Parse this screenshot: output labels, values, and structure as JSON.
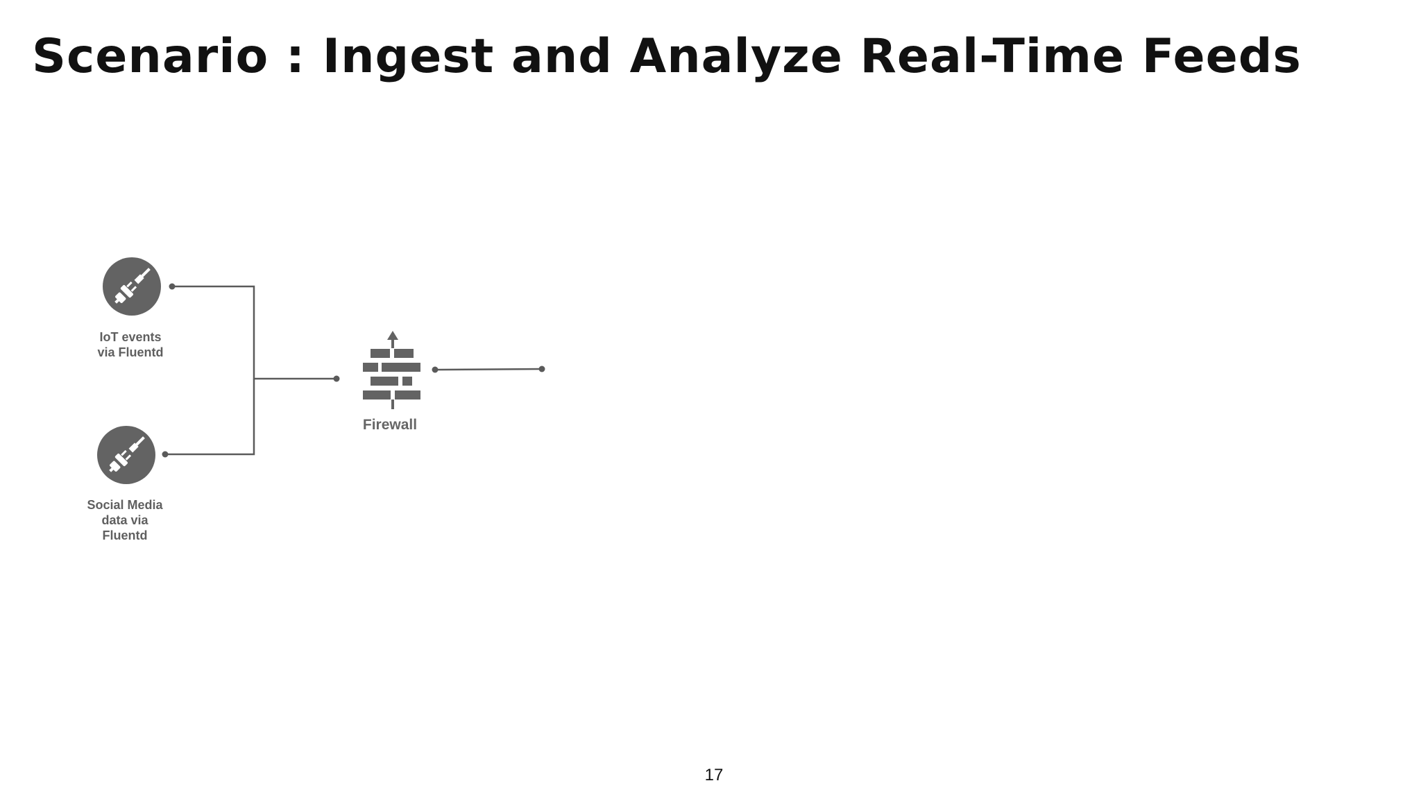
{
  "slide": {
    "title": "Scenario : Ingest and Analyze Real-Time Feeds",
    "page_number": "17"
  },
  "diagram": {
    "nodes": {
      "iot_source": {
        "label": "IoT events\nvia  Fluentd",
        "icon": "plug-icon"
      },
      "social_source": {
        "label": "Social  Media\ndata via\nFluentd",
        "icon": "plug-icon"
      },
      "firewall": {
        "label": "Firewall",
        "icon": "firewall-icon"
      }
    },
    "edges": [
      {
        "from": "iot_source",
        "to": "firewall"
      },
      {
        "from": "social_source",
        "to": "firewall"
      },
      {
        "from": "firewall",
        "to": ""
      }
    ]
  },
  "colors": {
    "icon_gray": "#636363",
    "line_gray": "#5a5a5a",
    "title": "#111111"
  }
}
